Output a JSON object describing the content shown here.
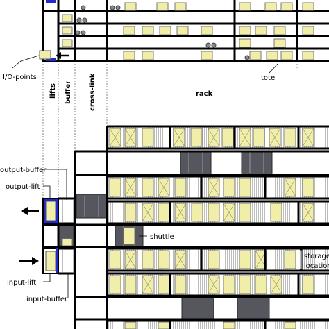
{
  "labels": {
    "io_points": "I/O-points",
    "lifts": "lifts",
    "buffer": "buffer",
    "cross_link": "cross-link",
    "rack": "rack",
    "tote": "tote",
    "output_buffer": "output-buffer",
    "output_lift": "output-lift",
    "shuttle": "shuttle",
    "storage": "storage",
    "location": "location",
    "input_lift": "input-lift",
    "input_buffer": "input-buffer"
  },
  "colors": {
    "tote": "#f1eeaa",
    "shuttle": "#55565e",
    "lift": "#1f2ad6",
    "rail": "#000000",
    "rack_line": "#bdbdbd"
  }
}
